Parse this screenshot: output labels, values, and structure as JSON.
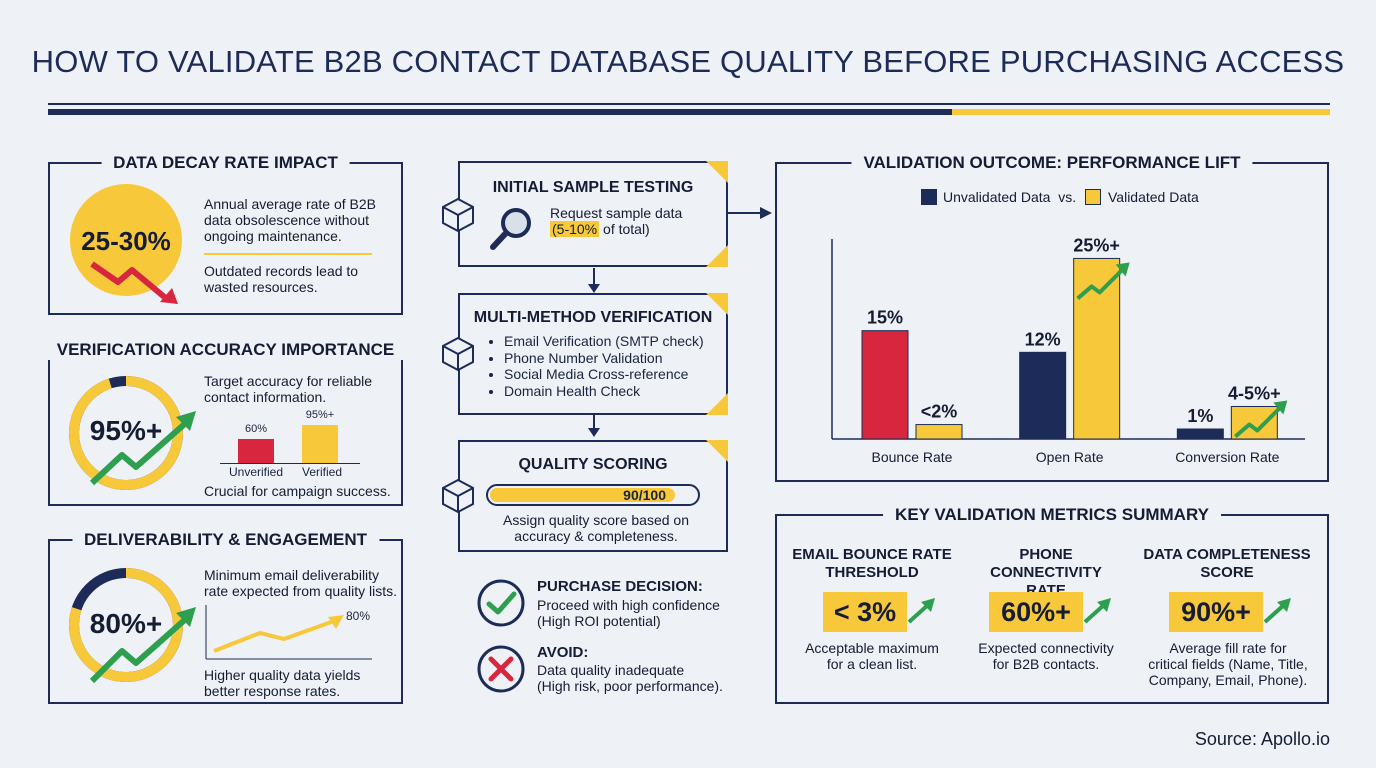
{
  "title": "HOW TO VALIDATE B2B CONTACT DATABASE QUALITY BEFORE PURCHASING ACCESS",
  "colors": {
    "navy": "#1d2b58",
    "yellow": "#f7c93a",
    "red": "#d7263d",
    "green": "#2e9e4f"
  },
  "decay": {
    "title": "DATA DECAY RATE IMPACT",
    "value": "25-30%",
    "desc1": "Annual average rate of B2B data obsolescence without ongoing maintenance.",
    "desc2": "Outdated records lead to wasted resources."
  },
  "accuracy": {
    "title": "VERIFICATION ACCURACY IMPORTANCE",
    "value": "95%+",
    "gauge_fraction": 0.95,
    "desc1": "Target accuracy for reliable contact information.",
    "bar1_value": "60%",
    "bar1_label": "Unverified",
    "bar1_fraction": 0.6,
    "bar2_value": "95%+",
    "bar2_label": "Verified",
    "bar2_fraction": 0.95,
    "desc2": "Crucial for campaign success."
  },
  "deliverability": {
    "title": "DELIVERABILITY & ENGAGEMENT",
    "value": "80%+",
    "gauge_fraction": 0.8,
    "desc1": "Minimum email deliverability rate expected from quality lists.",
    "line_label": "80%",
    "desc2": "Higher quality data yields better response rates."
  },
  "flow": {
    "step1_title": "INITIAL SAMPLE TESTING",
    "step1_text_a": "Request sample data",
    "step1_highlight": "(5-10%",
    "step1_text_b": " of total)",
    "step2_title": "MULTI-METHOD VERIFICATION",
    "step2_items": [
      "Email Verification (SMTP check)",
      "Phone Number Validation",
      "Social Media Cross-reference",
      "Domain Health Check"
    ],
    "step3_title": "QUALITY SCORING",
    "score_text": "90/100",
    "score_fraction": 0.9,
    "step3_desc": "Assign quality score based on accuracy & completeness.",
    "decision_title": "PURCHASE DECISION:",
    "decision_desc1": "Proceed with high confidence",
    "decision_desc2": "(High ROI potential)",
    "avoid_title": "AVOID:",
    "avoid_desc1": "Data quality inadequate",
    "avoid_desc2": "(High risk, poor performance)."
  },
  "outcome": {
    "title": "VALIDATION OUTCOME: PERFORMANCE LIFT",
    "legend_unvalidated": "Unvalidated Data",
    "legend_vs": "vs.",
    "legend_validated": "Validated Data"
  },
  "chart_data": {
    "type": "bar",
    "title": "VALIDATION OUTCOME: PERFORMANCE LIFT",
    "categories": [
      "Bounce Rate",
      "Open Rate",
      "Conversion Rate"
    ],
    "series": [
      {
        "name": "Unvalidated Data",
        "values": [
          15,
          12,
          1
        ],
        "labels": [
          "15%",
          "12%",
          "1%"
        ]
      },
      {
        "name": "Validated Data",
        "values": [
          2,
          25,
          4.5
        ],
        "labels": [
          "<2%",
          "25%+",
          "4-5%+"
        ]
      }
    ],
    "ylim": [
      0,
      30
    ],
    "legend": "top"
  },
  "metrics": {
    "title": "KEY VALIDATION METRICS SUMMARY",
    "items": [
      {
        "head1": "EMAIL BOUNCE RATE",
        "head2": "THRESHOLD",
        "value": "< 3%",
        "desc1": "Acceptable maximum",
        "desc2": "for a clean list.",
        "desc3": ""
      },
      {
        "head1": "PHONE CONNECTIVITY",
        "head2": "RATE",
        "value": "60%+",
        "desc1": "Expected connectivity",
        "desc2": "for B2B contacts.",
        "desc3": ""
      },
      {
        "head1": "DATA COMPLETENESS",
        "head2": "SCORE",
        "value": "90%+",
        "desc1": "Average fill rate for",
        "desc2": "critical fields (Name, Title,",
        "desc3": "Company, Email, Phone)."
      }
    ]
  },
  "source": "Source: Apollo.io"
}
